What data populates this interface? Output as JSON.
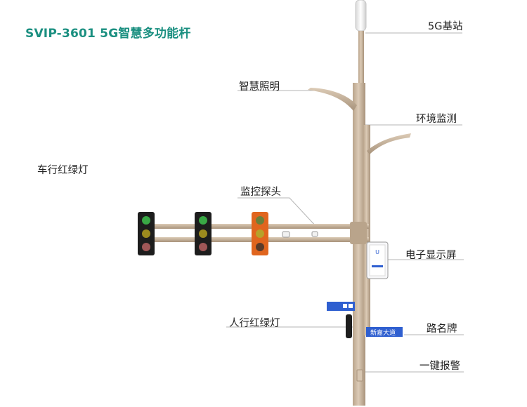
{
  "title": "SVIP-3601 5G智慧多功能杆",
  "labels": {
    "base_station": "5G基站",
    "smart_lighting": "智慧照明",
    "env_monitor": "环境监测",
    "vehicle_signal": "车行红绿灯",
    "camera": "监控探头",
    "display": "电子显示屏",
    "pedestrian_signal": "人行红绿灯",
    "street_sign": "路名牌",
    "alarm": "一键报警"
  },
  "street_sign_text": "新嘉大道",
  "colors": {
    "title": "#1a8f80",
    "pole": "#cbb79f",
    "pole_dark": "#a8937b",
    "signal_red": "#d94a4a",
    "signal_yellow": "#e6b81f",
    "signal_green": "#39a845",
    "signal_orange_housing": "#e0651e",
    "sign_blue": "#2f5fd0"
  }
}
